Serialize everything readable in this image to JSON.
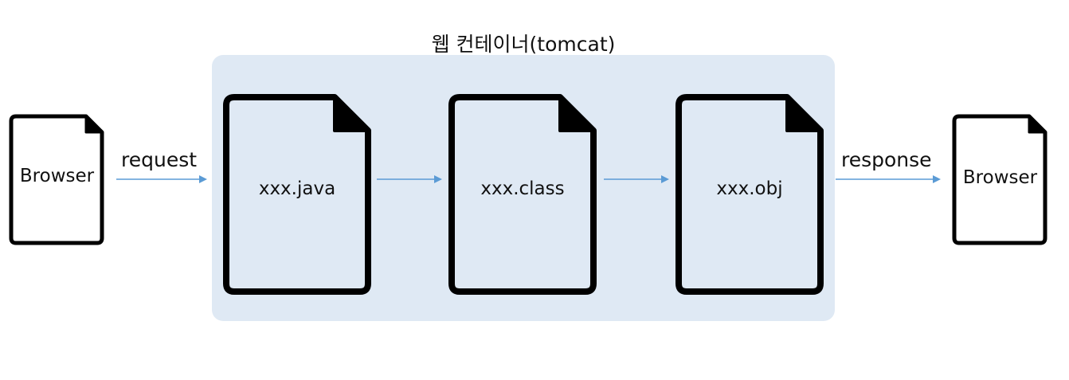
{
  "container": {
    "title": "웹 컨테이너(tomcat)"
  },
  "nodes": {
    "browser_left": "Browser",
    "java": "xxx.java",
    "class": "xxx.class",
    "obj": "xxx.obj",
    "browser_right": "Browser"
  },
  "edges": {
    "request": "request",
    "response": "response"
  },
  "colors": {
    "container_fill": "#dfe9f4",
    "arrow": "#5b9bd5",
    "document_stroke": "#000000"
  }
}
